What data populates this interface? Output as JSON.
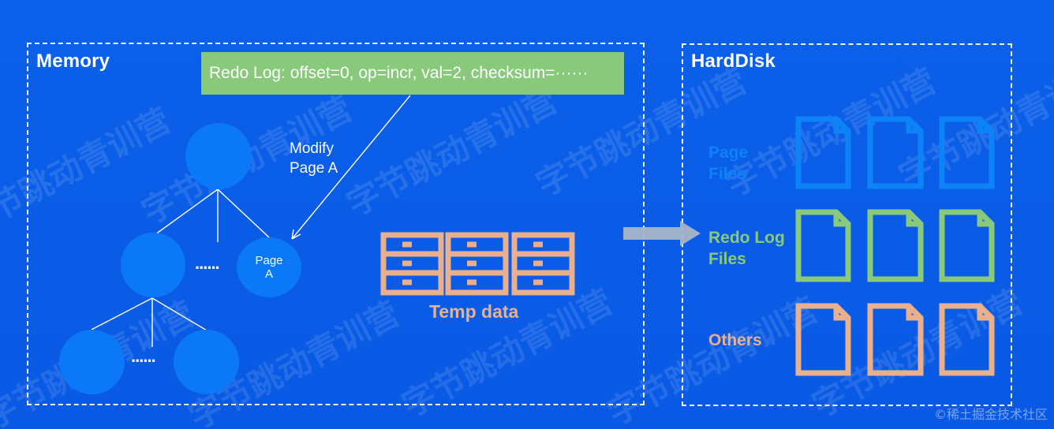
{
  "memory": {
    "title": "Memory"
  },
  "harddisk": {
    "title": "HardDisk"
  },
  "redo_log": {
    "text": "Redo Log: offset=0, op=incr, val=2, checksum=······"
  },
  "tree": {
    "modify_line1": "Modify",
    "modify_line2": "Page A",
    "page_a_line1": "Page",
    "page_a_line2": "A",
    "ellipsis_1": "......",
    "ellipsis_2": "......"
  },
  "temp_data": {
    "label": "Temp data"
  },
  "disk_groups": {
    "page_files_line1": "Page",
    "page_files_line2": "Files",
    "redo_files_line1": "Redo Log",
    "redo_files_line2": "Files",
    "others": "Others"
  },
  "watermark": {
    "text": "©稀土掘金技术社区",
    "brand": "字节跳动青训营"
  },
  "colors": {
    "background": "#0a5fe8",
    "node_blue": "#0b78f8",
    "green": "#88c97b",
    "peach": "#eab08d",
    "white": "#ffffff",
    "arrow_gray": "#a8b5c7"
  },
  "icons": {
    "page_file": "document-icon",
    "redo_file": "document-icon",
    "other_file": "document-icon",
    "temp_storage": "server-rack-icon",
    "transfer": "arrow-right-icon"
  }
}
